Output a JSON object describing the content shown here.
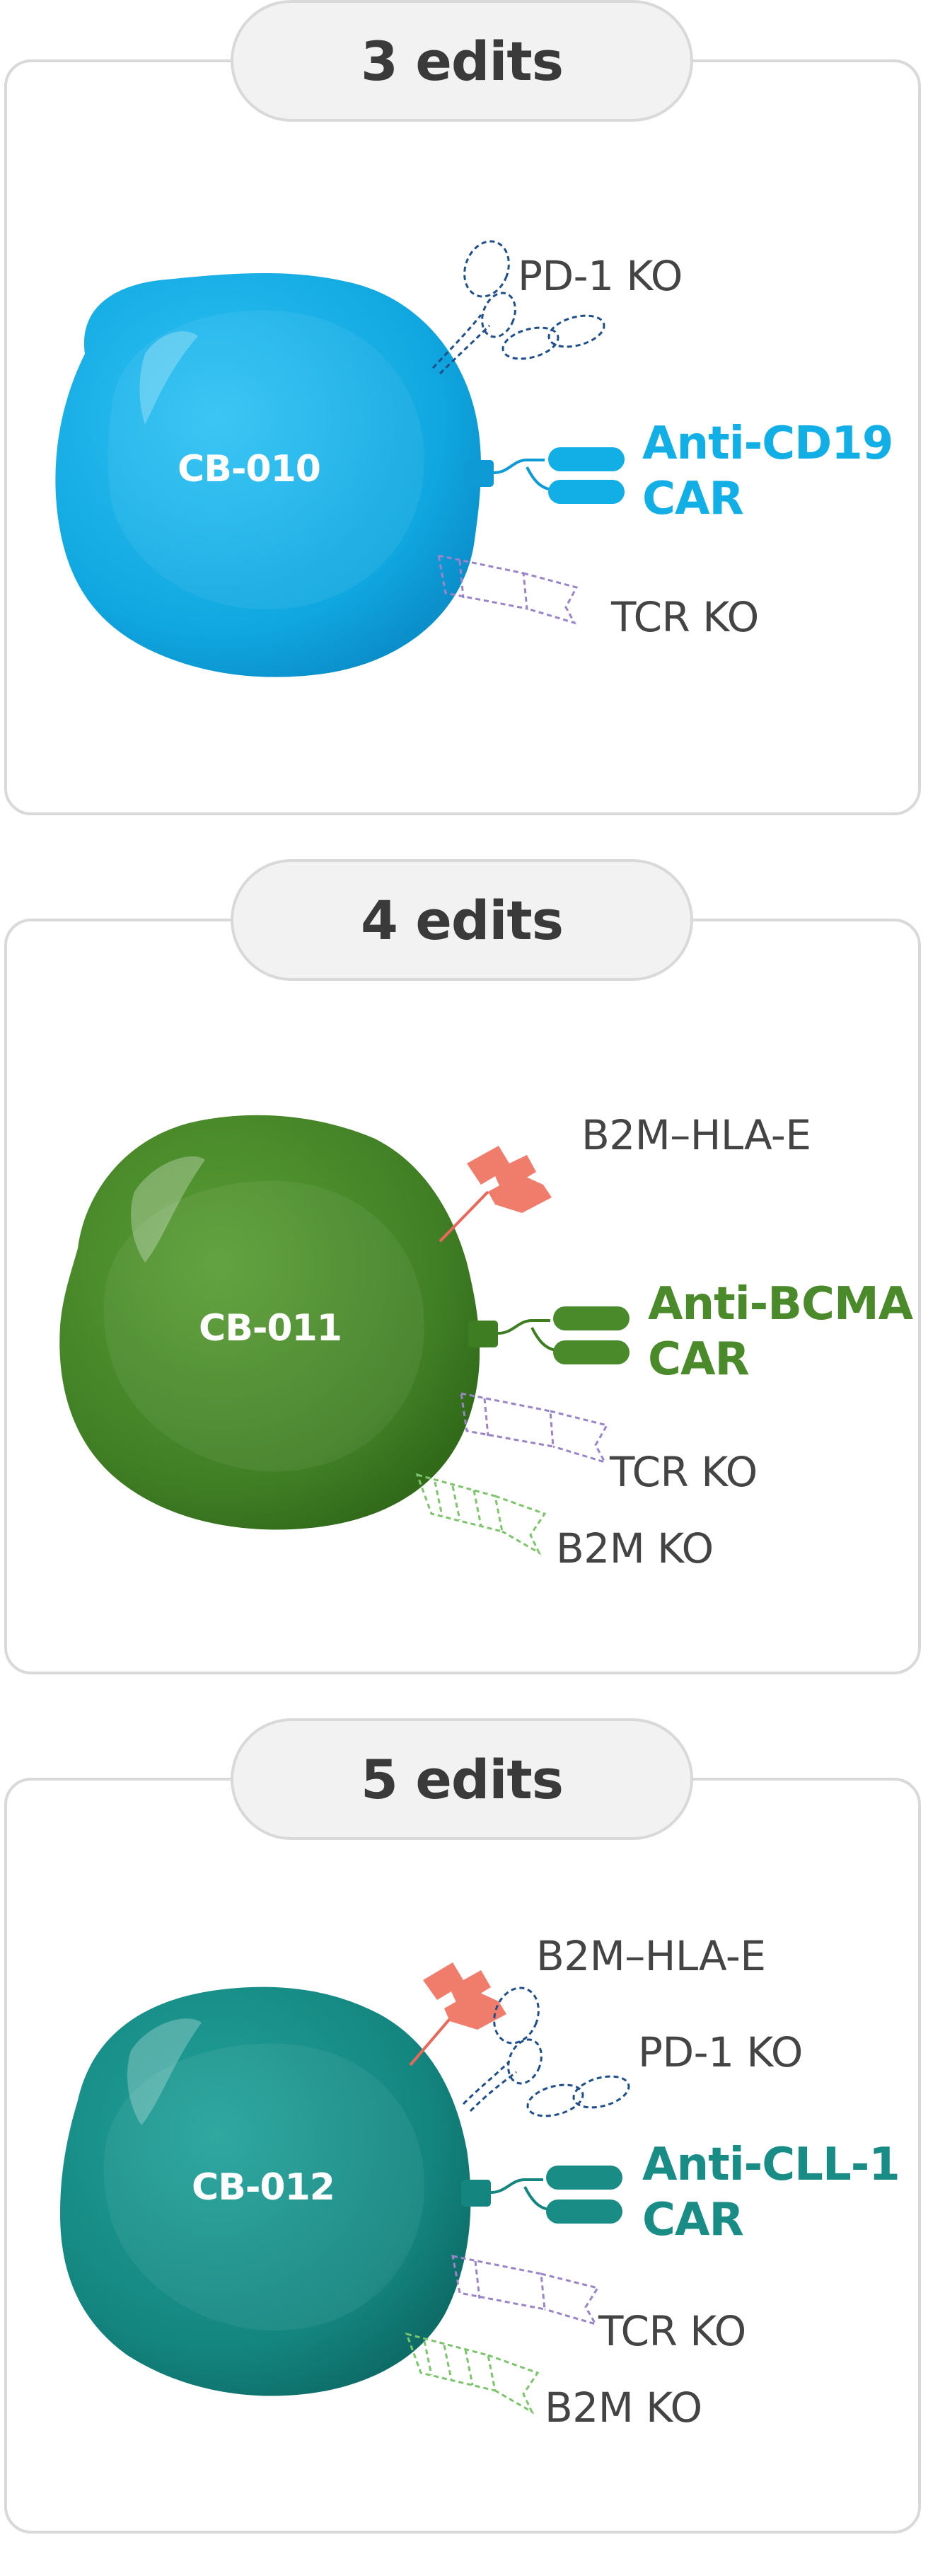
{
  "panels": [
    {
      "edits": "3 edits",
      "cell": "CB-010",
      "color": "#12aee6",
      "labels": {
        "pd1": "PD-1 KO",
        "car_line1": "Anti-CD19",
        "car_line2": "CAR",
        "tcr": "TCR KO"
      }
    },
    {
      "edits": "4 edits",
      "cell": "CB-011",
      "color": "#4a8a2a",
      "labels": {
        "b2m_hla": "B2M–HLA-E",
        "car_line1": "Anti-BCMA",
        "car_line2": "CAR",
        "tcr": "TCR KO",
        "b2m": "B2M KO"
      }
    },
    {
      "edits": "5 edits",
      "cell": "CB-012",
      "color": "#1a8c86",
      "labels": {
        "b2m_hla": "B2M–HLA-E",
        "pd1": "PD-1 KO",
        "car_line1": "Anti-CLL-1",
        "car_line2": "CAR",
        "tcr": "TCR KO",
        "b2m": "B2M KO"
      }
    }
  ],
  "icons": [
    "pd1-ko-icon",
    "car-receptor-icon",
    "tcr-ko-icon",
    "b2m-hla-e-icon",
    "b2m-ko-icon"
  ]
}
